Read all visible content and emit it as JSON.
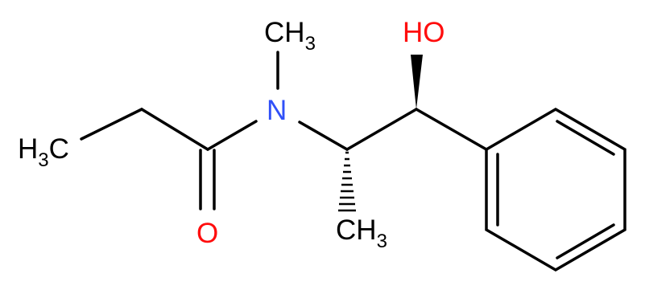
{
  "molecule": {
    "colors": {
      "bond": "#000000",
      "carbon": "#000000",
      "nitrogen": "#3050F8",
      "oxygen": "#FF0D0D"
    },
    "labels": {
      "n_methyl": {
        "main": "CH",
        "sub": "3"
      },
      "ethyl_methyl": {
        "main": "H",
        "sub": "3",
        "tail": "C"
      },
      "nitrogen": "N",
      "carbonyl_oxygen": "O",
      "hydroxyl": "HO",
      "c_methyl": {
        "main": "CH",
        "sub": "3"
      }
    }
  }
}
